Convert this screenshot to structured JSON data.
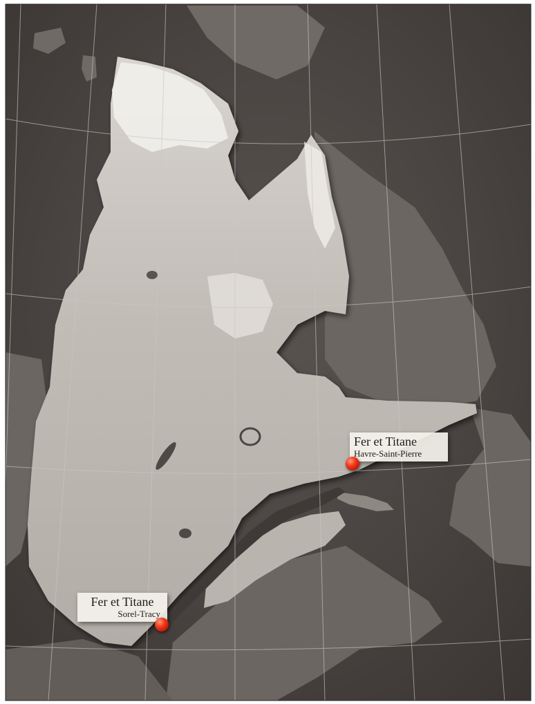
{
  "map": {
    "colors": {
      "ocean": "#4a4542",
      "land_quebec": "#bdb8b2",
      "land_other": "#7b7570",
      "ice": "#f2f0ec",
      "graticule": "#b9b4ae",
      "marker": "#e8321a"
    },
    "sites": [
      {
        "title": "Fer et Titane",
        "place": "Sorel-Tracy"
      },
      {
        "title": "Fer et Titane",
        "place": "Havre-Saint-Pierre"
      }
    ]
  }
}
